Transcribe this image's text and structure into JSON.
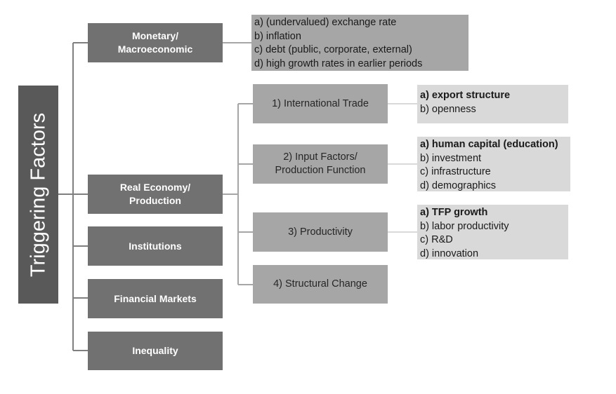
{
  "root": {
    "label": "Triggering Factors"
  },
  "categories": {
    "monetary": "Monetary/\nMacroeconomic",
    "real_economy": "Real Economy/\nProduction",
    "institutions": "Institutions",
    "financial_markets": "Financial Markets",
    "inequality": "Inequality"
  },
  "monetary_list": [
    "a) (undervalued) exchange rate",
    "b) inflation",
    "c) debt (public, corporate, external)",
    "d) high growth rates in earlier periods"
  ],
  "sub": {
    "trade": "1) International Trade",
    "input": "2) Input Factors/\nProduction Function",
    "productivity": "3) Productivity",
    "structural": "4) Structural Change"
  },
  "trade_list": [
    "a) export structure",
    "b) openness"
  ],
  "input_list": [
    "a) human capital (education)",
    "b) investment",
    "c) infrastructure",
    "d) demographics"
  ],
  "productivity_list": [
    "a) TFP growth",
    "b) labor productivity",
    "c) R&D",
    "d) innovation"
  ],
  "colors": {
    "dark": "#717171",
    "mid": "#a6a6a6",
    "light": "#d9d9d9",
    "root": "#595959",
    "line": "#7f7f7f"
  }
}
